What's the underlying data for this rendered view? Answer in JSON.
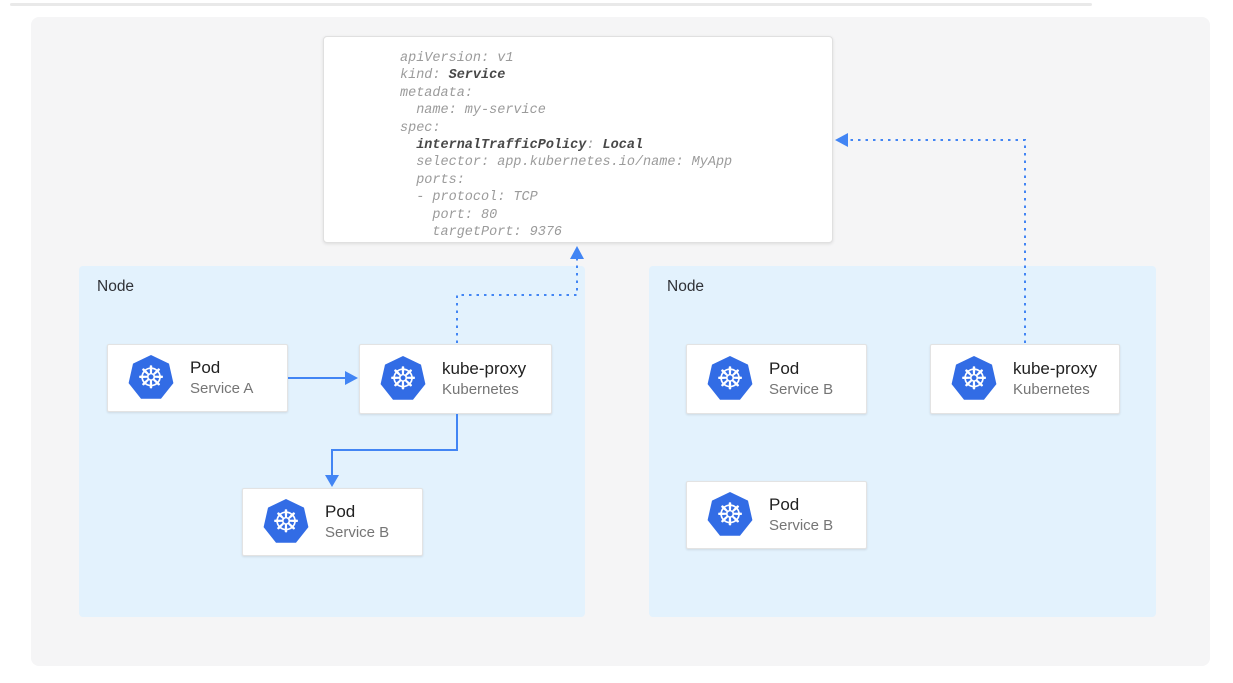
{
  "yaml_card": {
    "lines": [
      {
        "segments": [
          {
            "text": "apiVersion: v1",
            "bold": false
          }
        ]
      },
      {
        "segments": [
          {
            "text": "kind: ",
            "bold": false
          },
          {
            "text": "Service",
            "bold": true
          }
        ]
      },
      {
        "segments": [
          {
            "text": "metadata:",
            "bold": false
          }
        ]
      },
      {
        "segments": [
          {
            "text": "  name: my-service",
            "bold": false
          }
        ]
      },
      {
        "segments": [
          {
            "text": "spec:",
            "bold": false
          }
        ]
      },
      {
        "segments": [
          {
            "text": "  ",
            "bold": false
          },
          {
            "text": "internalTrafficPolicy",
            "bold": true
          },
          {
            "text": ": ",
            "bold": false
          },
          {
            "text": "Local",
            "bold": true
          }
        ]
      },
      {
        "segments": [
          {
            "text": "  selector: app.kubernetes.io/name: MyApp",
            "bold": false
          }
        ]
      },
      {
        "segments": [
          {
            "text": "  ports:",
            "bold": false
          }
        ]
      },
      {
        "segments": [
          {
            "text": "  - protocol: TCP",
            "bold": false
          }
        ]
      },
      {
        "segments": [
          {
            "text": "    port: 80",
            "bold": false
          }
        ]
      },
      {
        "segments": [
          {
            "text": "    targetPort: 9376",
            "bold": false
          }
        ]
      }
    ]
  },
  "nodes": {
    "left": {
      "label": "Node",
      "cards": {
        "pod_a": {
          "title": "Pod",
          "subtitle": "Service A"
        },
        "kube_proxy": {
          "title": "kube-proxy",
          "subtitle": "Kubernetes"
        },
        "pod_b": {
          "title": "Pod",
          "subtitle": "Service B"
        }
      }
    },
    "right": {
      "label": "Node",
      "cards": {
        "pod_b_top": {
          "title": "Pod",
          "subtitle": "Service B"
        },
        "kube_proxy": {
          "title": "kube-proxy",
          "subtitle": "Kubernetes"
        },
        "pod_b_bottom": {
          "title": "Pod",
          "subtitle": "Service B"
        }
      }
    }
  },
  "icons": {
    "kubernetes_helm": "☸"
  },
  "colors": {
    "arrow_blue": "#4285F4",
    "kubernetes_blue": "#326CE5",
    "node_bg": "#E3F2FD",
    "canvas_bg": "#F5F5F6",
    "yaml_text": "#9B9B9B",
    "yaml_bold": "#484848"
  }
}
